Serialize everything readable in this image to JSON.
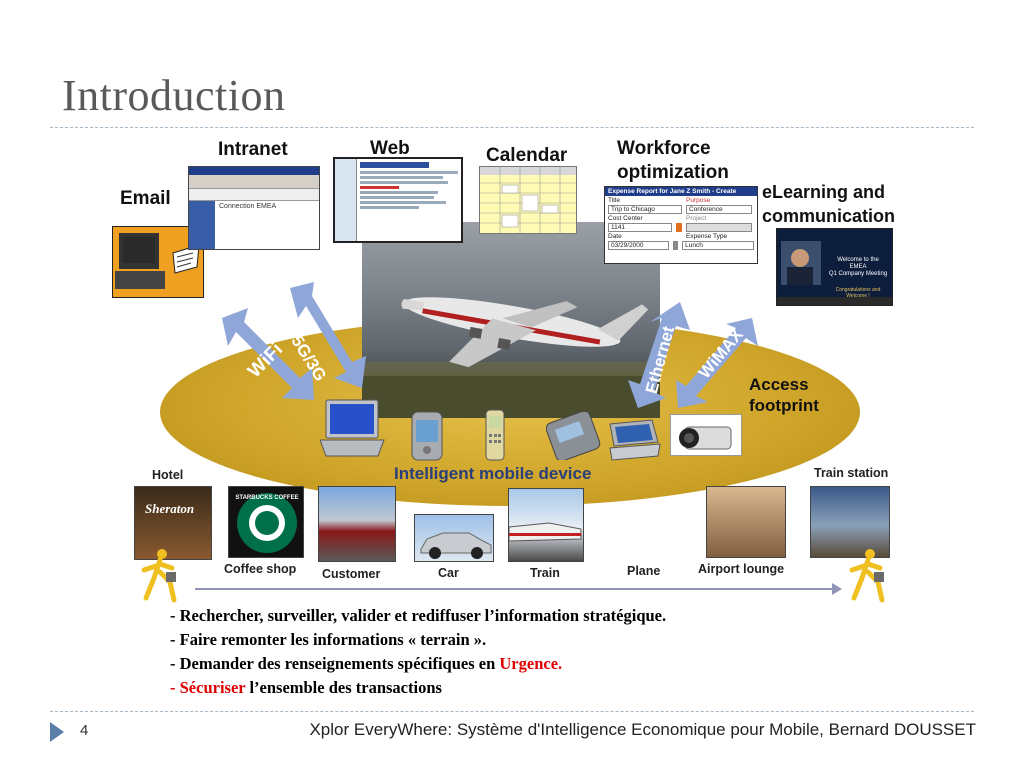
{
  "slide": {
    "title": "Introduction",
    "page_number": "4",
    "footer": "Xplor EveryWhere: Système d'Intelligence Economique pour Mobile, Bernard DOUSSET"
  },
  "diagram": {
    "top_labels": {
      "email": "Email",
      "intranet": "Intranet",
      "web": "Web",
      "calendar": "Calendar",
      "workforce": "Workforce optimization",
      "elearning": "eLearning and communication"
    },
    "arrows": {
      "wifi": "WiFi",
      "g3": "2.5G/3G",
      "ethernet": "Ethernet",
      "wimax": "WiMAX"
    },
    "access_footprint": "Access footprint",
    "center_label": "Intelligent mobile device",
    "locations": {
      "hotel": "Hotel",
      "coffee_shop": "Coffee shop",
      "customer": "Customer",
      "car": "Car",
      "train": "Train",
      "plane": "Plane",
      "airport_lounge": "Airport lounge",
      "train_station": "Train station"
    },
    "form": {
      "header": "Expense Report for Jane Z Smith - Create",
      "title_label": "Title",
      "purpose_label": "Purpose",
      "title_value": "Trip to Chicago",
      "purpose_value": "Conference",
      "cost_center_label": "Cost Center",
      "project_label": "Project",
      "cost_center_value": "1141",
      "date_label": "Date",
      "expense_type_label": "Expense Type",
      "date_value": "03/29/2000",
      "expense_type_value": "Lunch"
    },
    "video": {
      "line1": "Welcome to the",
      "line2": "EMEA",
      "line3": "Q1 Company Meeting",
      "line4": "Congratulations and Welcome !"
    },
    "intranet_banner": "Connection EMEA",
    "sign_hotel": "Sheraton",
    "sign_coffee": "STARBUCKS COFFEE"
  },
  "bullets": [
    {
      "prefix": "- ",
      "text": "Rechercher, surveiller, valider et rediffuser l’information stratégique."
    },
    {
      "prefix": "- ",
      "text": "Faire remonter les informations « terrain »."
    },
    {
      "prefix": "- ",
      "text": "Demander des renseignements spécifiques en ",
      "highlight": "Urgence."
    },
    {
      "prefix": "- ",
      "highlight": "Sécuriser",
      "text": " l’ensemble des transactions"
    }
  ],
  "colors": {
    "accent_red": "#e00000",
    "arrow_blue": "#8fa6d9",
    "ellipse_gold": "#cfa52a",
    "title_gray": "#595959"
  }
}
